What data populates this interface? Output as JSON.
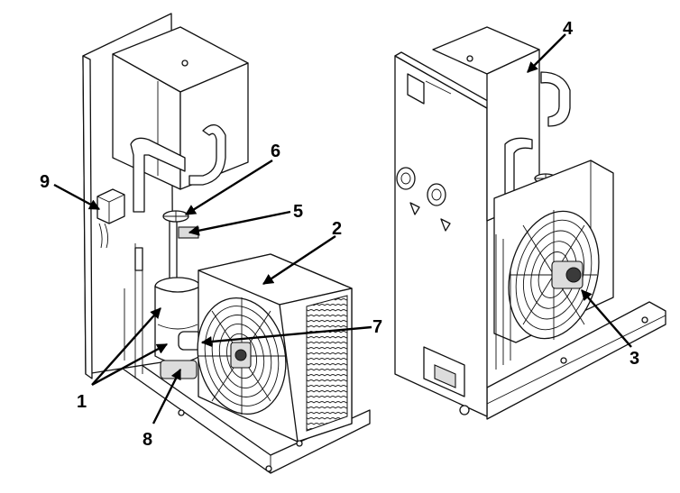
{
  "figure": {
    "left_unit": "condensing-unit-left-view",
    "right_unit": "condensing-unit-right-view"
  },
  "callouts": [
    {
      "id": "c1",
      "label": "1"
    },
    {
      "id": "c2",
      "label": "2"
    },
    {
      "id": "c3",
      "label": "3"
    },
    {
      "id": "c4",
      "label": "4"
    },
    {
      "id": "c5",
      "label": "5"
    },
    {
      "id": "c6",
      "label": "6"
    },
    {
      "id": "c7",
      "label": "7"
    },
    {
      "id": "c8",
      "label": "8"
    },
    {
      "id": "c9",
      "label": "9"
    }
  ],
  "icons": {
    "fan": "fan-guard-icon",
    "valve": "hand-valve-icon",
    "switch": "pressure-switch-icon"
  }
}
